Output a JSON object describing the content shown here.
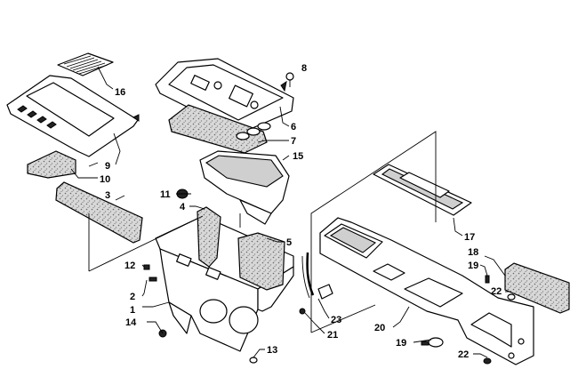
{
  "callouts": [
    {
      "id": "1",
      "label": "1"
    },
    {
      "id": "2",
      "label": "2"
    },
    {
      "id": "3",
      "label": "3"
    },
    {
      "id": "4",
      "label": "4"
    },
    {
      "id": "5",
      "label": "5"
    },
    {
      "id": "6",
      "label": "6"
    },
    {
      "id": "7",
      "label": "7"
    },
    {
      "id": "8",
      "label": "8"
    },
    {
      "id": "9",
      "label": "9"
    },
    {
      "id": "10",
      "label": "10"
    },
    {
      "id": "11",
      "label": "11"
    },
    {
      "id": "12",
      "label": "12"
    },
    {
      "id": "13",
      "label": "13"
    },
    {
      "id": "14",
      "label": "14"
    },
    {
      "id": "15",
      "label": "15"
    },
    {
      "id": "16",
      "label": "16"
    },
    {
      "id": "17",
      "label": "17"
    },
    {
      "id": "18",
      "label": "18"
    },
    {
      "id": "19a",
      "label": "19"
    },
    {
      "id": "19b",
      "label": "19"
    },
    {
      "id": "20",
      "label": "20"
    },
    {
      "id": "21",
      "label": "21"
    },
    {
      "id": "22a",
      "label": "22"
    },
    {
      "id": "22b",
      "label": "22"
    },
    {
      "id": "23",
      "label": "23"
    }
  ]
}
